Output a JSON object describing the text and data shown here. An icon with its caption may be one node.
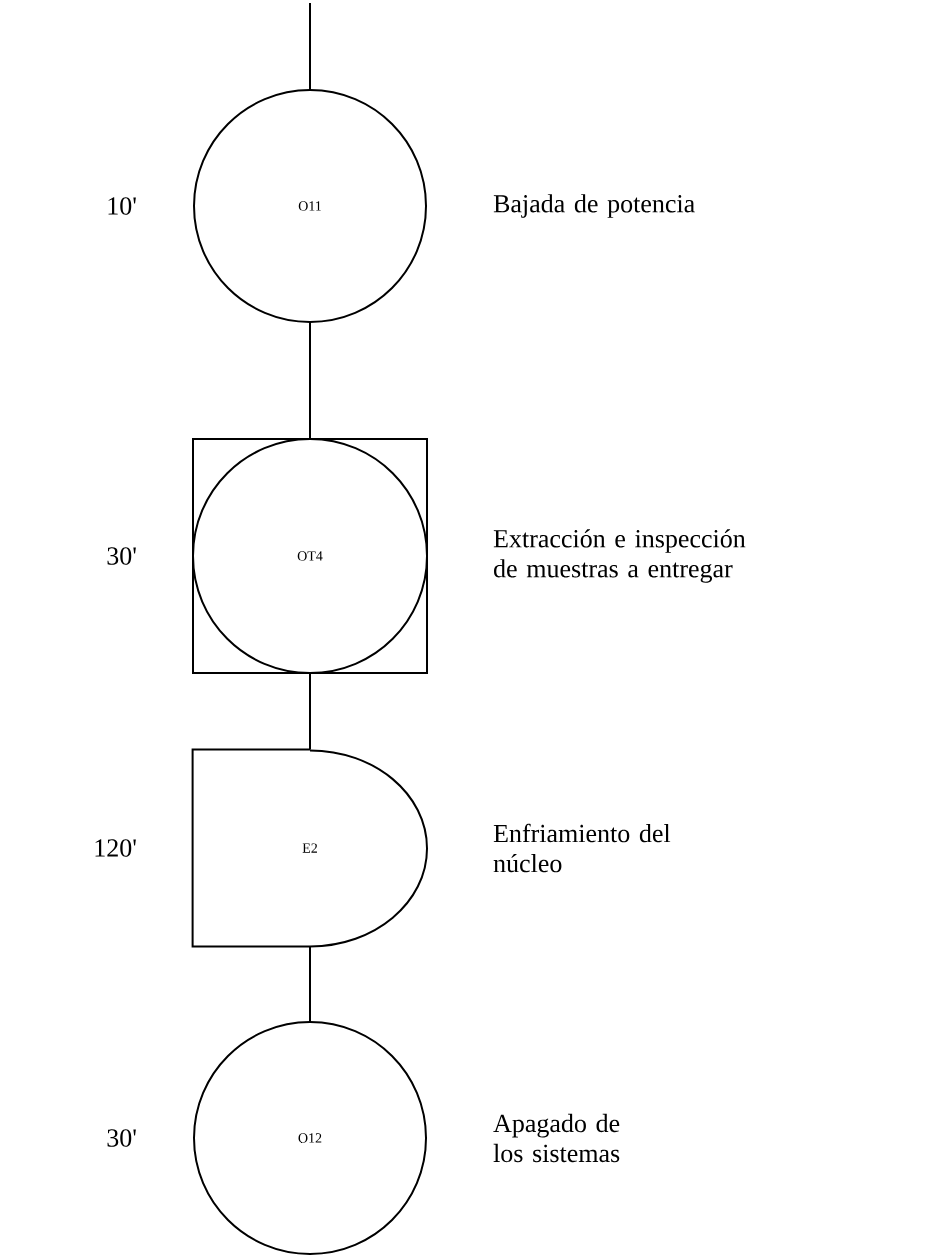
{
  "diagram": {
    "nodes": [
      {
        "text": [
          "O11"
        ],
        "beside": [
          "10'",
          "Bajada de potencia"
        ]
      },
      {
        "text": [
          "OT4"
        ],
        "beside": [
          "30'",
          "Extracción e inspección de muestras a entregar"
        ]
      },
      {
        "text": [
          "E2"
        ],
        "beside": [
          "120'",
          "Enfriamiento del núcleo"
        ]
      },
      {
        "text": [
          "O12"
        ],
        "beside": [
          "30'",
          "Apagado de los sistemas"
        ]
      }
    ],
    "edges": [
      {
        "from": null,
        "to": 0,
        "arrow": "none"
      },
      {
        "from": 0,
        "to": 1,
        "arrow": "none"
      },
      {
        "from": 1,
        "to": 2,
        "arrow": "none"
      },
      {
        "from": 2,
        "to": 3,
        "arrow": "none"
      }
    ]
  }
}
